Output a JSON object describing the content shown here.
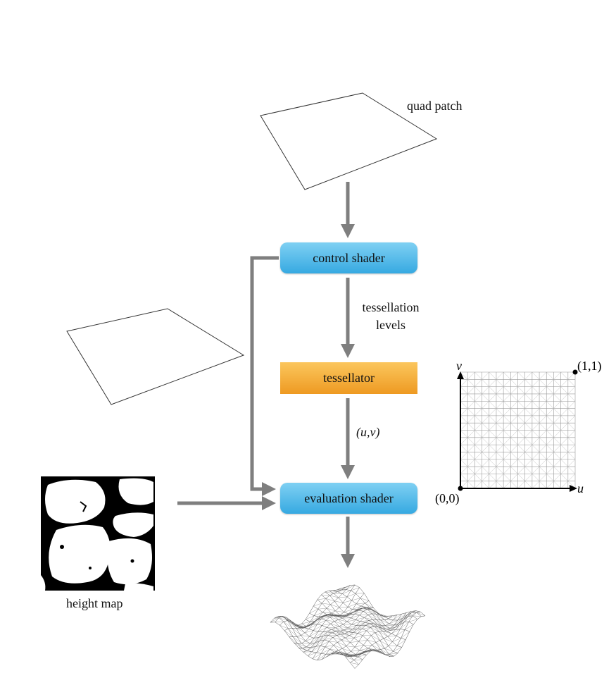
{
  "labels": {
    "quad_patch": "quad patch",
    "control_shader": "control shader",
    "tessellation_levels_line1": "tessellation",
    "tessellation_levels_line2": "levels",
    "tessellator": "tessellator",
    "uv_output": "(u,v)",
    "evaluation_shader": "evaluation shader",
    "height_map": "height map",
    "axis_v": "v",
    "axis_u": "u",
    "corner_origin": "(0,0)",
    "corner_top_right": "(1,1)"
  },
  "colors": {
    "shader_box": "#36a9e1",
    "tessellator_box": "#ee9a22",
    "arrow": "#7f7f7f"
  }
}
